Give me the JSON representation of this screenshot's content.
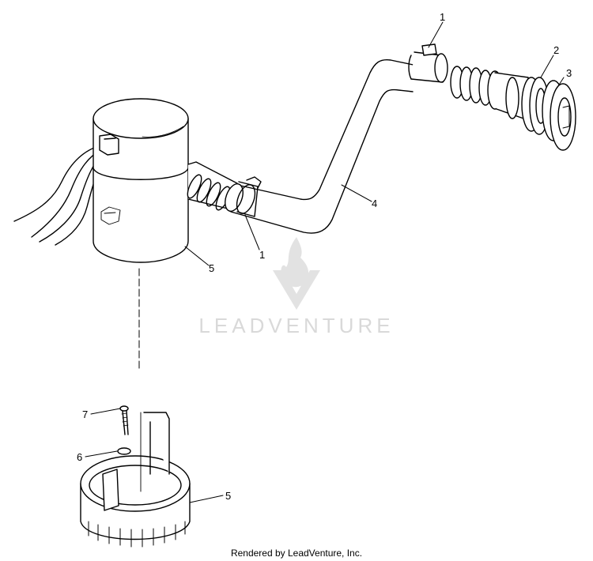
{
  "callouts": {
    "c1a": "1",
    "c1b": "1",
    "c2": "2",
    "c3": "3",
    "c4": "4",
    "c5a": "5",
    "c5b": "5",
    "c6": "6",
    "c7": "7"
  },
  "watermark": {
    "brand": "LEADVENTURE",
    "color": "#d9d9d9"
  },
  "footer": {
    "text": "Rendered by LeadVenture, Inc."
  },
  "colors": {
    "line": "#000000",
    "background": "#ffffff"
  }
}
